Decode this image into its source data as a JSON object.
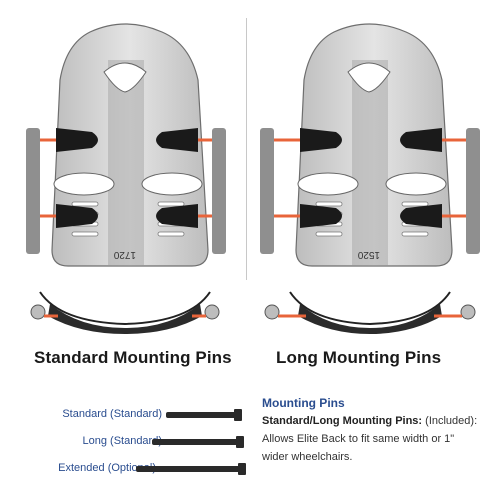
{
  "left_panel": {
    "heading": "Standard Mounting Pins",
    "seat_number": "1720"
  },
  "right_panel": {
    "heading": "Long Mounting Pins",
    "seat_number": "1520"
  },
  "pins": [
    {
      "label": "Standard (Standard)"
    },
    {
      "label": "Long (Standard)"
    },
    {
      "label": "Extended (Optional)"
    }
  ],
  "info": {
    "title": "Mounting Pins",
    "lead": "Standard/Long Mounting Pins:",
    "lead_note": " (Included):",
    "body": "Allows Elite Back to fit same width or 1\" wider wheelchairs."
  },
  "colors": {
    "shell": "#c9c9c9",
    "shell_dark": "#9a9a9a",
    "cone": "#1a1a1a",
    "pin_red": "#e8643a",
    "accent_blue": "#2a4d8f"
  }
}
